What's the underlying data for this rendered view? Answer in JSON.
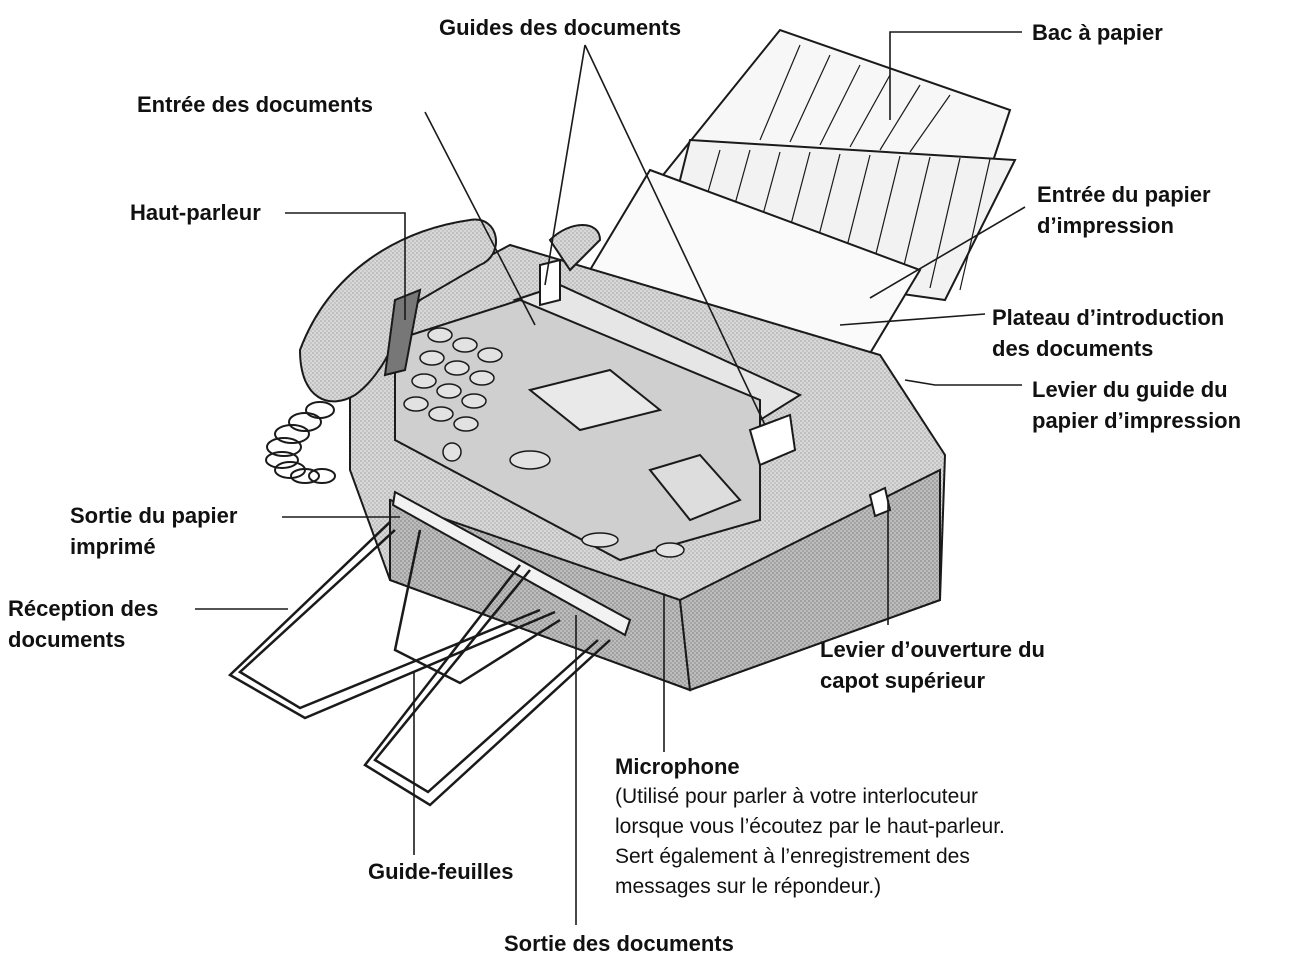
{
  "labels": {
    "guides_documents": "Guides des documents",
    "bac_papier": "Bac à papier",
    "entree_documents": "Entrée des documents",
    "haut_parleur": "Haut-parleur",
    "entree_papier_1": "Entrée du papier",
    "entree_papier_2": "d’impression",
    "plateau_1": "Plateau d’introduction",
    "plateau_2": "des documents",
    "levier_guide_1": "Levier du guide du",
    "levier_guide_2": "papier d’impression",
    "sortie_papier_1": "Sortie du papier",
    "sortie_papier_2": "imprimé",
    "reception_1": "Réception des",
    "reception_2": "documents",
    "levier_ouverture_1": "Levier d’ouverture du",
    "levier_ouverture_2": "capot supérieur",
    "guide_feuilles": "Guide-feuilles",
    "sortie_documents": "Sortie des documents"
  },
  "microphone": {
    "title": "Microphone",
    "desc_1": "(Utilisé pour parler à votre interlocuteur",
    "desc_2": "lorsque vous l’écoutez par le haut-parleur.",
    "desc_3": "Sert également à l’enregistrement des",
    "desc_4": "messages sur le répondeur.)"
  },
  "colors": {
    "line": "#1a1a1a",
    "device_fill": "#d6d6d6",
    "device_shade": "#b8b8b8",
    "paper": "#f4f4f4"
  }
}
